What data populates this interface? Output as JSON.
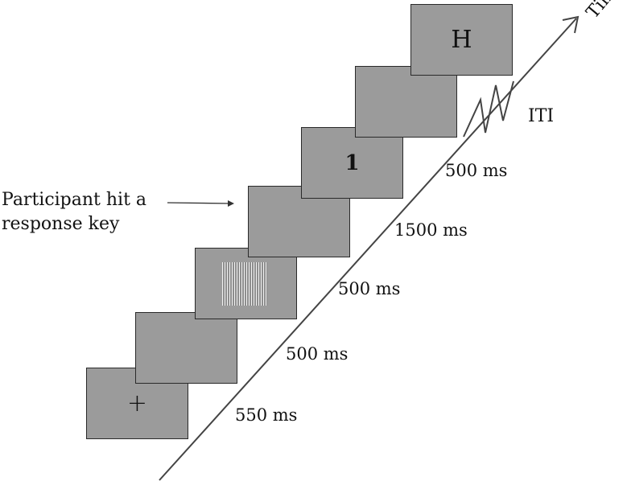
{
  "screens": [
    {
      "id": "fixation",
      "symbol": "+"
    },
    {
      "id": "blank-1",
      "symbol": ""
    },
    {
      "id": "grating",
      "symbol": ""
    },
    {
      "id": "response-blank",
      "symbol": ""
    },
    {
      "id": "digit",
      "symbol": "1"
    },
    {
      "id": "blank-2",
      "symbol": ""
    },
    {
      "id": "letter",
      "symbol": "H"
    }
  ],
  "durations": [
    "550 ms",
    "500 ms",
    "500 ms",
    "1500 ms",
    "500 ms"
  ],
  "iti_label": "ITI",
  "time_label": "Time",
  "response_note": {
    "line1": "Participant hit a",
    "line2": "response key"
  }
}
